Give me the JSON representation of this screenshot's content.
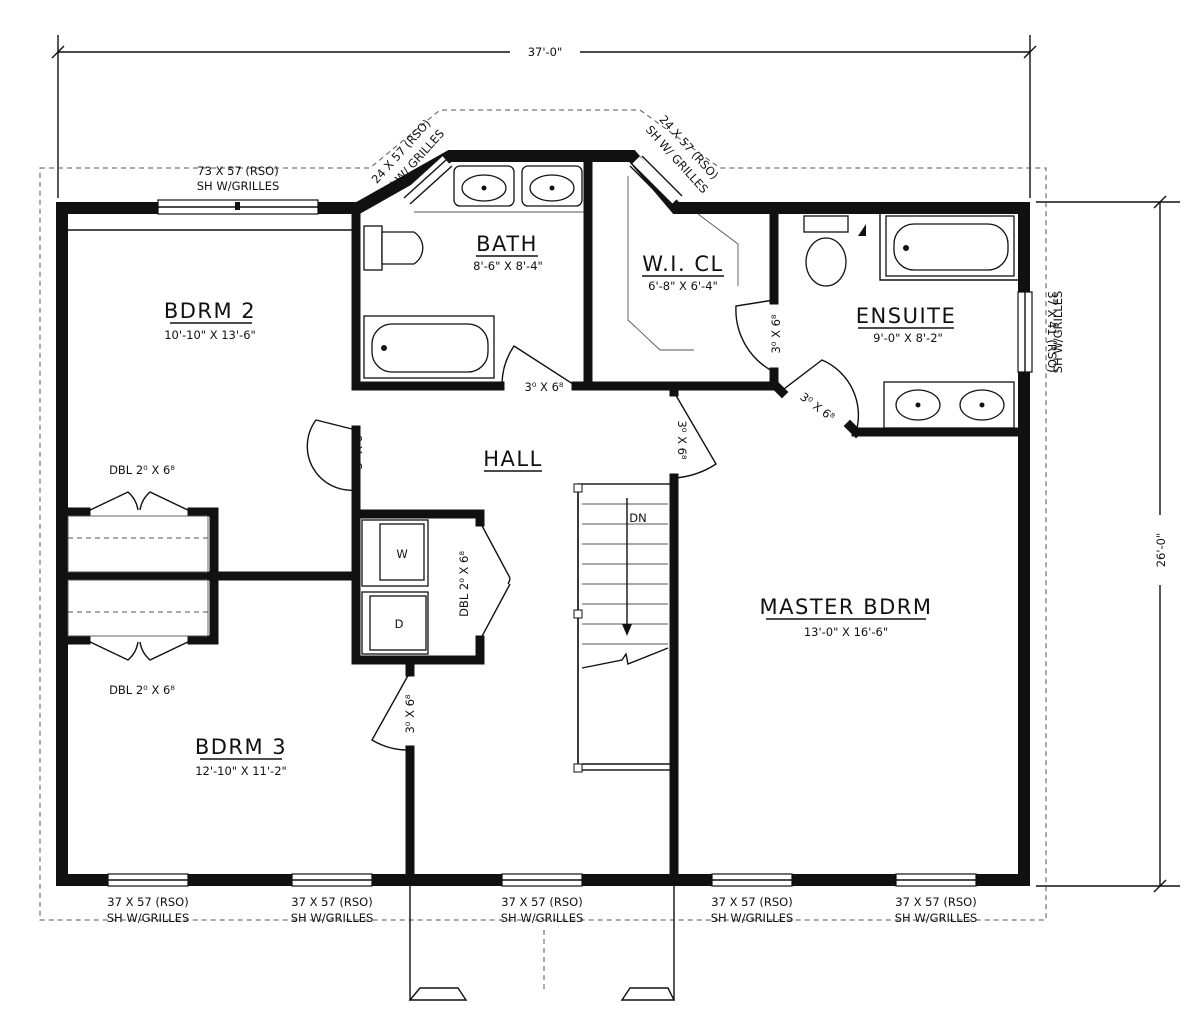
{
  "dimensions": {
    "overall_width": "37'-0\"",
    "overall_depth": "26'-0\""
  },
  "rooms": {
    "bdrm2": {
      "name": "BDRM 2",
      "size": "10'-10\" X 13'-6\""
    },
    "bath": {
      "name": "BATH",
      "size": "8'-6\" X 8'-4\""
    },
    "wicl": {
      "name": "W.I. CL",
      "size": "6'-8\" X 6'-4\""
    },
    "ensuite": {
      "name": "ENSUITE",
      "size": "9'-0\" X 8'-2\""
    },
    "hall": {
      "name": "HALL"
    },
    "master": {
      "name": "MASTER BDRM",
      "size": "13'-0\" X 16'-6\""
    },
    "bdrm3": {
      "name": "BDRM 3",
      "size": "12'-10\" X 11'-2\""
    }
  },
  "windows": {
    "top_left": {
      "size": "73 X 57 (RSO)",
      "type": "SH W/GRILLES"
    },
    "bath_angled": {
      "size": "24 X 57 (RSO)",
      "type": "SH W/ GRILLES"
    },
    "closet_angled": {
      "size": "24 X 57 (RSO)",
      "type": "SH W/ GRILLES"
    },
    "ensuite_side": {
      "size": "37 X 41 (RSO)",
      "type": "SH W/GRILLES"
    },
    "bottom": [
      {
        "size": "37 X 57 (RSO)",
        "type": "SH W/GRILLES"
      },
      {
        "size": "37 X 57 (RSO)",
        "type": "SH W/GRILLES"
      },
      {
        "size": "37 X 57 (RSO)",
        "type": "SH W/GRILLES"
      },
      {
        "size": "37 X 57 (RSO)",
        "type": "SH W/GRILLES"
      },
      {
        "size": "37 X 57 (RSO)",
        "type": "SH W/GRILLES"
      }
    ]
  },
  "doors": {
    "bdrm2": "3⁰ X 6⁸",
    "bath": "3⁰ X 6⁸",
    "wicl": "3⁰ X 6⁸",
    "ensuite": "3⁰ X 6⁸",
    "master": "3⁰ X 6⁸",
    "bdrm3": "3⁰ X 6⁸",
    "closet_upper": "DBL 2⁰ X 6⁸",
    "closet_lower": "DBL 2⁰ X 6⁸",
    "laundry": "DBL 2⁰ X 6⁸"
  },
  "appliances": {
    "washer": "W",
    "dryer": "D"
  },
  "stairs": {
    "direction": "DN"
  }
}
